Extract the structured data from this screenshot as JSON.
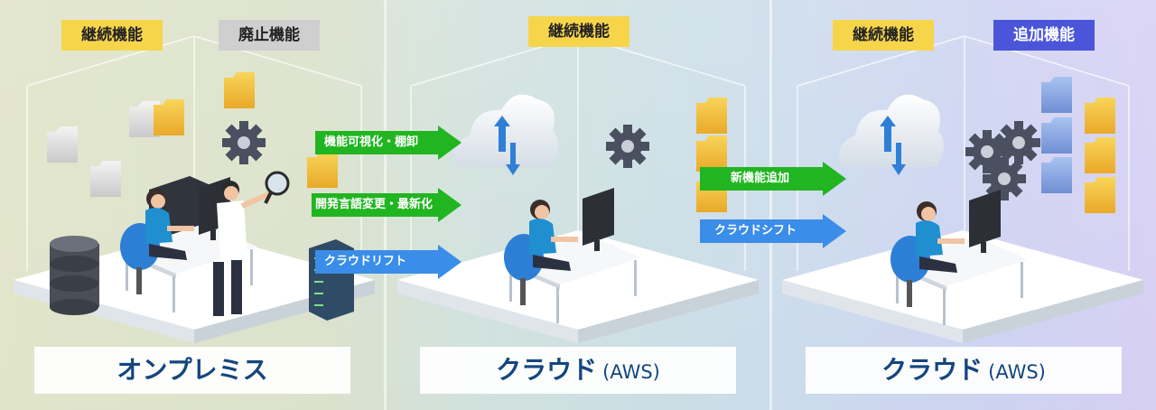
{
  "panels": {
    "onprem": {
      "tags": {
        "continue": "継続機能",
        "deprecated": "廃止機能"
      },
      "label": "オンプレミス"
    },
    "aws1": {
      "tags": {
        "continue": "継続機能"
      },
      "label": "クラウド",
      "label_suffix": "(AWS)"
    },
    "aws2": {
      "tags": {
        "continue": "継続機能",
        "added": "追加機能"
      },
      "label": "クラウド",
      "label_suffix": "(AWS)"
    }
  },
  "arrows": {
    "visualize": "機能可視化・棚卸",
    "modernize": "開発言語変更・最新化",
    "lift": "クラウドリフト",
    "new_feature": "新機能追加",
    "shift": "クラウドシフト"
  },
  "colors": {
    "tag_yellow": "#f7d54a",
    "tag_gray": "#cfcfcf",
    "tag_blue": "#4a55d9",
    "arrow_green": "#21b521",
    "arrow_blue": "#3a8de8",
    "label_text": "#14467f"
  },
  "icons": [
    "folder-icon",
    "gear-icon",
    "cloud-icon",
    "server-icon",
    "database-icon",
    "magnifier-icon",
    "person-icon"
  ]
}
